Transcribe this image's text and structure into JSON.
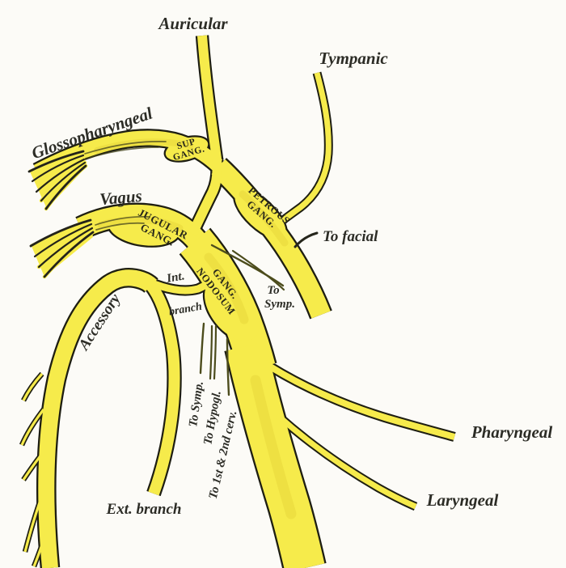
{
  "figure": {
    "colors": {
      "nerve_yellow": "#f6eb4b",
      "outline_black": "#1e1e12",
      "background": "#fcfbf7",
      "label_ink": "#2c2c26",
      "ganglion_ink": "#26261a",
      "twig_olive": "#4c4c1c"
    }
  },
  "labels": {
    "auricular": "Auricular",
    "tympanic": "Tympanic",
    "glossopharyngeal": "Glossopharyngeal",
    "vagus": "Vagus",
    "accessory": "Accessory",
    "to_facial": "To facial",
    "to_symp_line1": "To",
    "to_symp_line2": "Symp.",
    "int_branch_line1": "Int.",
    "int_branch_line2": "branch",
    "ext_branch": "Ext. branch",
    "pharyngeal": "Pharyngeal",
    "laryngeal": "Laryngeal",
    "to_symp_vertical": "To Symp.",
    "to_hypogl_vertical": "To Hypogl.",
    "to_cerv_vertical": "To 1st & 2nd cerv.",
    "sup_gang_line1": "SUP",
    "sup_gang_line2": "GANG.",
    "petrous_gang_line1": "PETROUS",
    "petrous_gang_line2": "GANG.",
    "jugular_gang_line1": "JUGULAR",
    "jugular_gang_line2": "GANG.",
    "gang_nodosum_line1": "GANG.",
    "gang_nodosum_line2": "NODOSUM"
  }
}
